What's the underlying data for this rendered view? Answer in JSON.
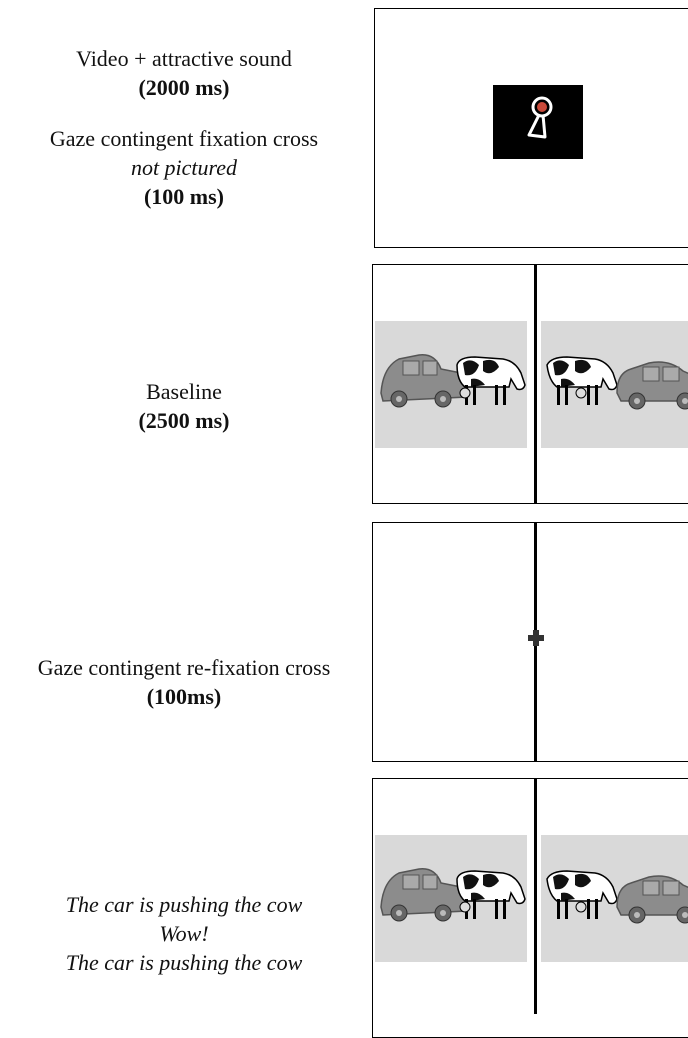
{
  "steps": [
    {
      "lines": [
        {
          "text": "Video + attractive sound",
          "style": "normal"
        },
        {
          "text": "(2000 ms)",
          "style": "bold"
        },
        {
          "text": "",
          "style": "spacer"
        },
        {
          "text": "Gaze contingent fixation cross",
          "style": "normal"
        },
        {
          "text": "not pictured",
          "style": "italic"
        },
        {
          "text": "(100 ms)",
          "style": "bold"
        }
      ]
    },
    {
      "lines": [
        {
          "text": "Baseline",
          "style": "normal"
        },
        {
          "text": "(2500 ms)",
          "style": "bold"
        }
      ]
    },
    {
      "lines": [
        {
          "text": "Gaze contingent re-fixation cross",
          "style": "normal"
        },
        {
          "text": "(100ms)",
          "style": "bold"
        }
      ]
    },
    {
      "lines": [
        {
          "text": "The car is pushing the cow",
          "style": "italic"
        },
        {
          "text": "Wow!",
          "style": "italic"
        },
        {
          "text": "The car is pushing the cow",
          "style": "italic"
        }
      ]
    }
  ],
  "colors": {
    "border": "#000000",
    "scene_bg": "#d9d9d9",
    "car": "#8c8c8c",
    "video_bg": "#000000",
    "cross": "#333333"
  },
  "icons": [
    "video-attention-getter",
    "car-icon",
    "cow-icon",
    "fixation-cross-icon"
  ]
}
